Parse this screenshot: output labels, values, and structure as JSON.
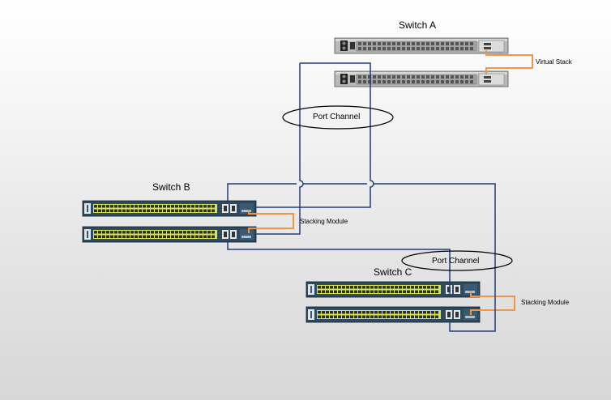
{
  "switch_a": {
    "label": "Switch A",
    "virtual_stack_label": "Virtual Stack",
    "port_channel_label": "Port Channel"
  },
  "switch_b": {
    "label": "Switch B",
    "stacking_label": "Stacking Module"
  },
  "switch_c": {
    "label": "Switch C",
    "stacking_label": "Stacking Module",
    "port_channel_label": "Port Channel"
  },
  "colors": {
    "port_channel_link": "#1f3e7c",
    "stacking_cable": "#f0964a",
    "catalyst_body": "#2e4a5e",
    "port_highlight": "#d9e64a",
    "nexus_body": "#b9b9b9"
  },
  "icons": [
    "nexus-switch-icon",
    "catalyst-switch-icon"
  ]
}
